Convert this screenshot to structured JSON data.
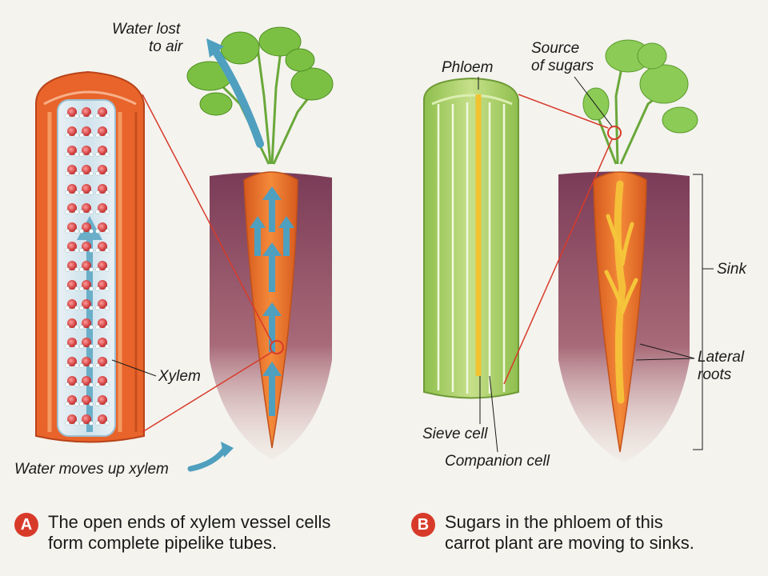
{
  "panel_a": {
    "badge": "A",
    "caption_line1": "The open ends of xylem vessel cells",
    "caption_line2": "form complete pipelike tubes.",
    "labels": {
      "water_lost_line1": "Water lost",
      "water_lost_line2": "to air",
      "xylem": "Xylem",
      "water_moves": "Water moves up xylem"
    }
  },
  "panel_b": {
    "badge": "B",
    "caption_line1": "Sugars in the phloem of this",
    "caption_line2": "carrot plant are moving to sinks.",
    "labels": {
      "phloem": "Phloem",
      "source_line1": "Source",
      "source_line2": "of sugars",
      "sink": "Sink",
      "lateral_line1": "Lateral",
      "lateral_line2": "roots",
      "sieve_cell": "Sieve cell",
      "companion_cell": "Companion cell"
    }
  },
  "colors": {
    "background": "#f4f3ee",
    "xylem_orange": "#e8642a",
    "water_blue": "#5fa7c4",
    "carrot": "#ef7a2c",
    "soil": "#8a4a64",
    "phloem_green": "#a9cf6a",
    "sugar_yellow": "#f2c230",
    "badge_red": "#d83a2a"
  }
}
